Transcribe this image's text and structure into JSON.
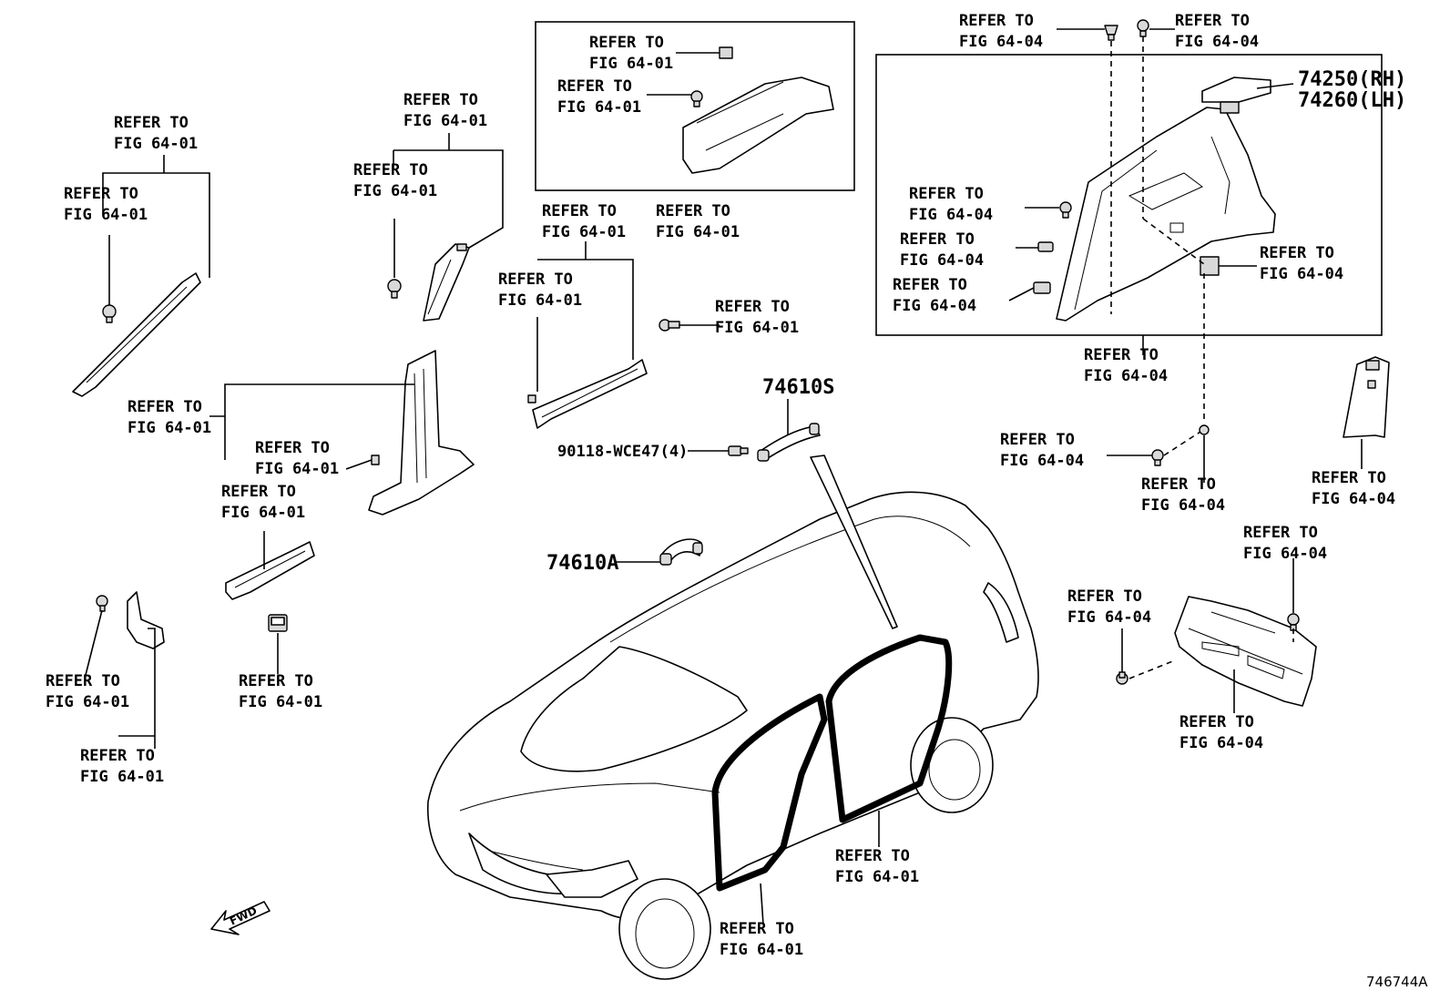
{
  "diagram_code": "746744A",
  "fwd_label": "FWD",
  "part_numbers": {
    "quarter_trim_rh": "74250(RH)",
    "quarter_trim_lh": "74260(LH)",
    "assist_grip_s": "74610S",
    "assist_grip_a": "74610A",
    "screw": "90118-WCE47(4)"
  },
  "refs": [
    {
      "l1": "REFER TO",
      "l2": "FIG 64-01"
    },
    {
      "l1": "REFER TO",
      "l2": "FIG 64-01"
    },
    {
      "l1": "REFER TO",
      "l2": "FIG 64-01"
    },
    {
      "l1": "REFER TO",
      "l2": "FIG 64-01"
    },
    {
      "l1": "REFER TO",
      "l2": "FIG 64-01"
    },
    {
      "l1": "REFER TO",
      "l2": "FIG 64-01"
    },
    {
      "l1": "REFER TO",
      "l2": "FIG 64-01"
    },
    {
      "l1": "REFER TO",
      "l2": "FIG 64-01"
    },
    {
      "l1": "REFER TO",
      "l2": "FIG 64-01"
    },
    {
      "l1": "REFER TO",
      "l2": "FIG 64-01"
    },
    {
      "l1": "REFER TO",
      "l2": "FIG 64-01"
    },
    {
      "l1": "REFER TO",
      "l2": "FIG 64-01"
    },
    {
      "l1": "REFER TO",
      "l2": "FIG 64-01"
    },
    {
      "l1": "REFER TO",
      "l2": "FIG 64-01"
    },
    {
      "l1": "REFER TO",
      "l2": "FIG 64-01"
    },
    {
      "l1": "REFER TO",
      "l2": "FIG 64-01"
    },
    {
      "l1": "REFER TO",
      "l2": "FIG 64-01"
    },
    {
      "l1": "REFER TO",
      "l2": "FIG 64-01"
    },
    {
      "l1": "REFER TO",
      "l2": "FIG 64-04"
    },
    {
      "l1": "REFER TO",
      "l2": "FIG 64-04"
    },
    {
      "l1": "REFER TO",
      "l2": "FIG 64-04"
    },
    {
      "l1": "REFER TO",
      "l2": "FIG 64-04"
    },
    {
      "l1": "REFER TO",
      "l2": "FIG 64-04"
    },
    {
      "l1": "REFER TO",
      "l2": "FIG 64-04"
    },
    {
      "l1": "REFER TO",
      "l2": "FIG 64-04"
    },
    {
      "l1": "REFER TO",
      "l2": "FIG 64-04"
    },
    {
      "l1": "REFER TO",
      "l2": "FIG 64-04"
    },
    {
      "l1": "REFER TO",
      "l2": "FIG 64-04"
    },
    {
      "l1": "REFER TO",
      "l2": "FIG 64-04"
    },
    {
      "l1": "REFER TO",
      "l2": "FIG 64-04"
    },
    {
      "l1": "REFER TO",
      "l2": "FIG 64-04"
    }
  ]
}
